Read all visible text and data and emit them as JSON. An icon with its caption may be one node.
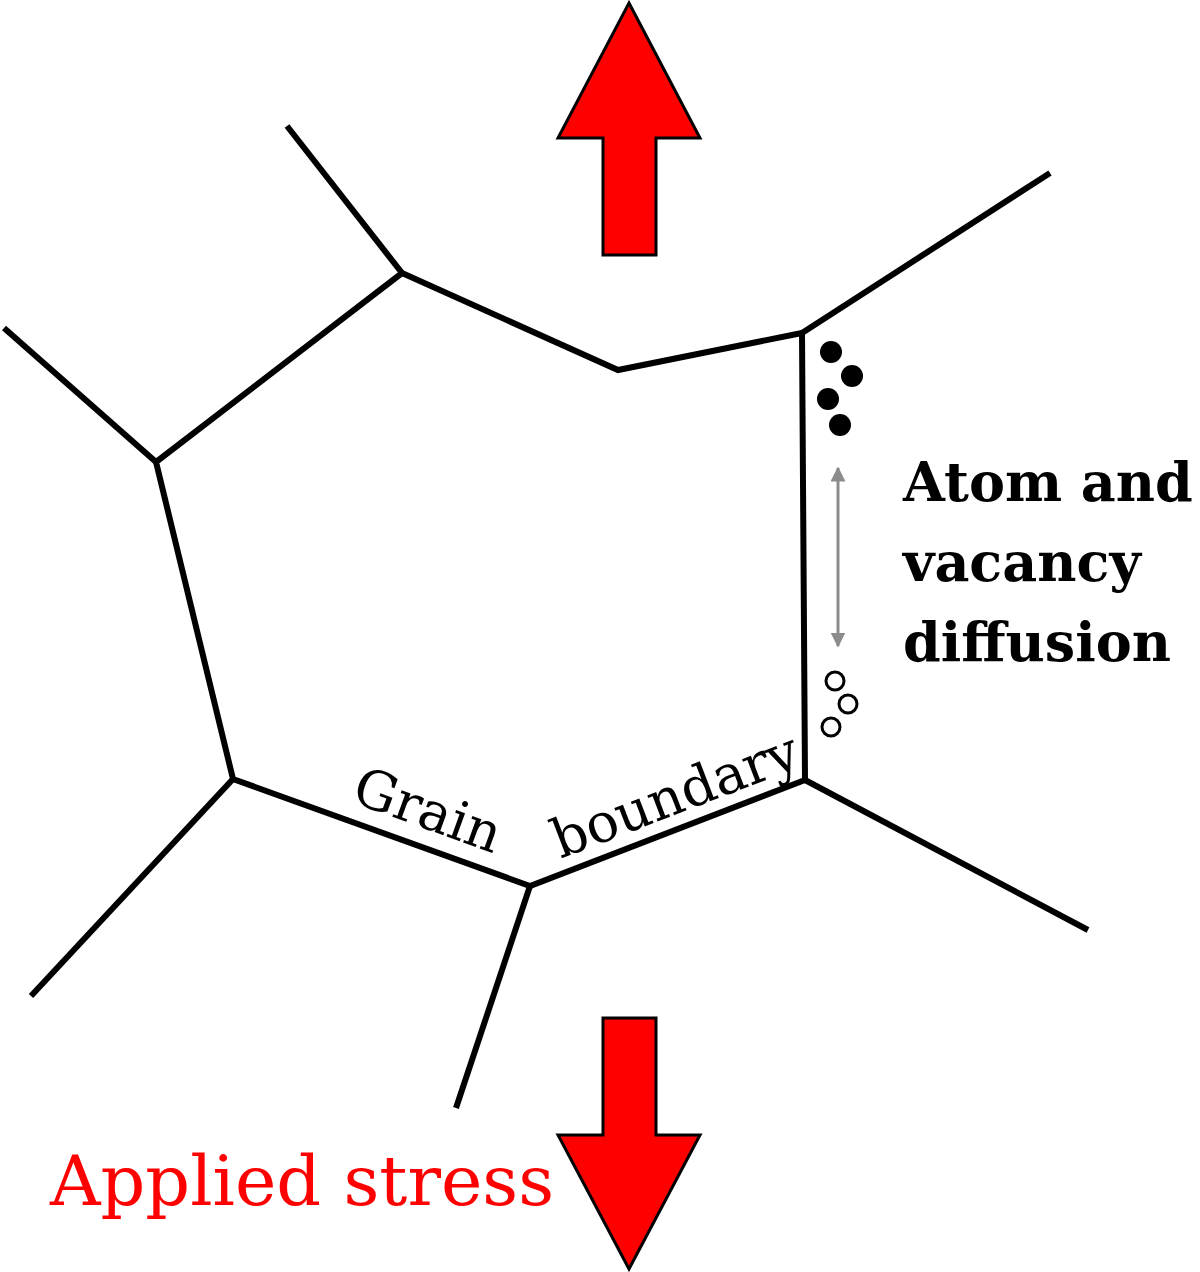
{
  "diagram": {
    "labels": [
      "Grain",
      "boundary",
      "Atom and vacancy diffusion",
      "Applied stress"
    ]
  }
}
